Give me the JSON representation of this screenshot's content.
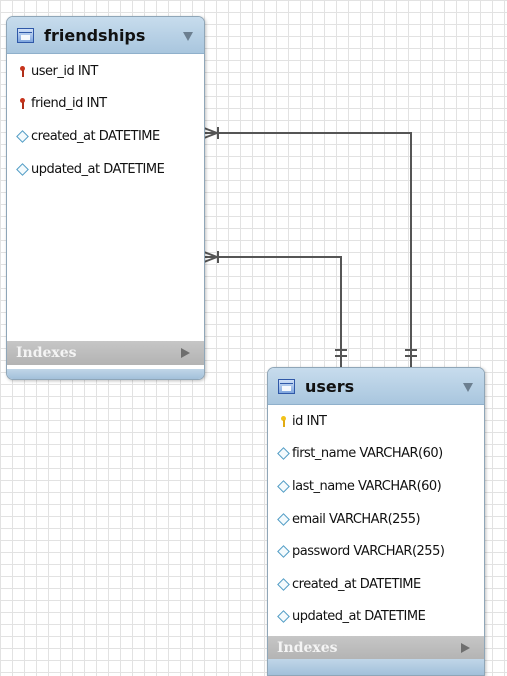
{
  "tables": {
    "friendships": {
      "name": "friendships",
      "columns": [
        {
          "text": "user_id INT",
          "icon": "foreign-key-icon"
        },
        {
          "text": "friend_id INT",
          "icon": "foreign-key-icon"
        },
        {
          "text": "created_at DATETIME",
          "icon": "column-diamond-icon"
        },
        {
          "text": "updated_at DATETIME",
          "icon": "column-diamond-icon"
        }
      ],
      "indexes_label": "Indexes"
    },
    "users": {
      "name": "users",
      "columns": [
        {
          "text": "id INT",
          "icon": "primary-key-icon"
        },
        {
          "text": "first_name VARCHAR(60)",
          "icon": "column-diamond-icon"
        },
        {
          "text": "last_name VARCHAR(60)",
          "icon": "column-diamond-icon"
        },
        {
          "text": "email VARCHAR(255)",
          "icon": "column-diamond-icon"
        },
        {
          "text": "password VARCHAR(255)",
          "icon": "column-diamond-icon"
        },
        {
          "text": "created_at DATETIME",
          "icon": "column-diamond-icon"
        },
        {
          "text": "updated_at DATETIME",
          "icon": "column-diamond-icon"
        }
      ],
      "indexes_label": "Indexes"
    }
  },
  "relationships": [
    {
      "from": "friendships",
      "to": "users",
      "from_end": "many",
      "to_end": "one"
    },
    {
      "from": "friendships",
      "to": "users",
      "from_end": "many",
      "to_end": "one"
    }
  ],
  "colors": {
    "header": "#a9c6de",
    "footer": "#b3b3b3",
    "connector": "#555555",
    "primary_key": "#f2c21a",
    "foreign_key": "#c7341c",
    "column": "#4f9bc4"
  }
}
